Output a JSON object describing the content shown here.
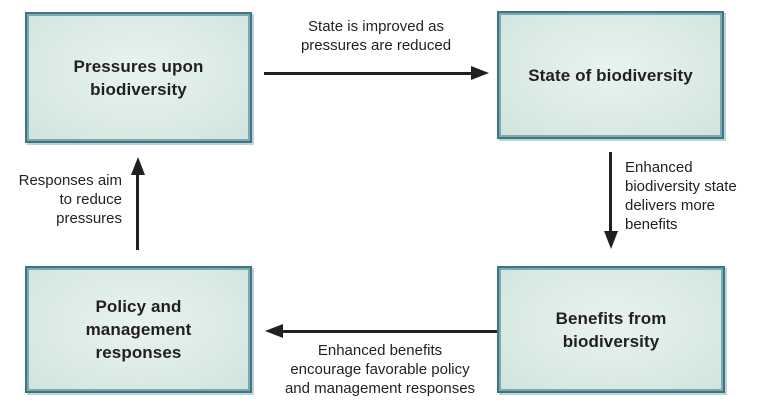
{
  "diagram": {
    "boxes": {
      "pressures": {
        "label": "Pressures upon\nbiodiversity"
      },
      "state": {
        "label": "State of biodiversity"
      },
      "policy": {
        "label": "Policy and\nmanagement\nresponses"
      },
      "benefits": {
        "label": "Benefits from\nbiodiversity"
      }
    },
    "arrows": {
      "pressures_to_state": {
        "direction": "right",
        "label": "State is improved as\npressures are reduced"
      },
      "state_to_benefits": {
        "direction": "down",
        "label": "Enhanced\nbiodiversity state\ndelivers more\nbenefits"
      },
      "benefits_to_policy": {
        "direction": "left",
        "label": "Enhanced benefits\nencourage favorable policy\nand management responses"
      },
      "policy_to_pressures": {
        "direction": "up",
        "label": "Responses aim\nto reduce\npressures"
      }
    },
    "colors": {
      "background": "#ffffff",
      "box_fill": "#d9eae3",
      "box_fill_light": "#e9f3ee",
      "box_border": "#3a7684",
      "box_border_inner": "#7fa9b0",
      "arrow": "#231f20",
      "text": "#231f20"
    }
  }
}
